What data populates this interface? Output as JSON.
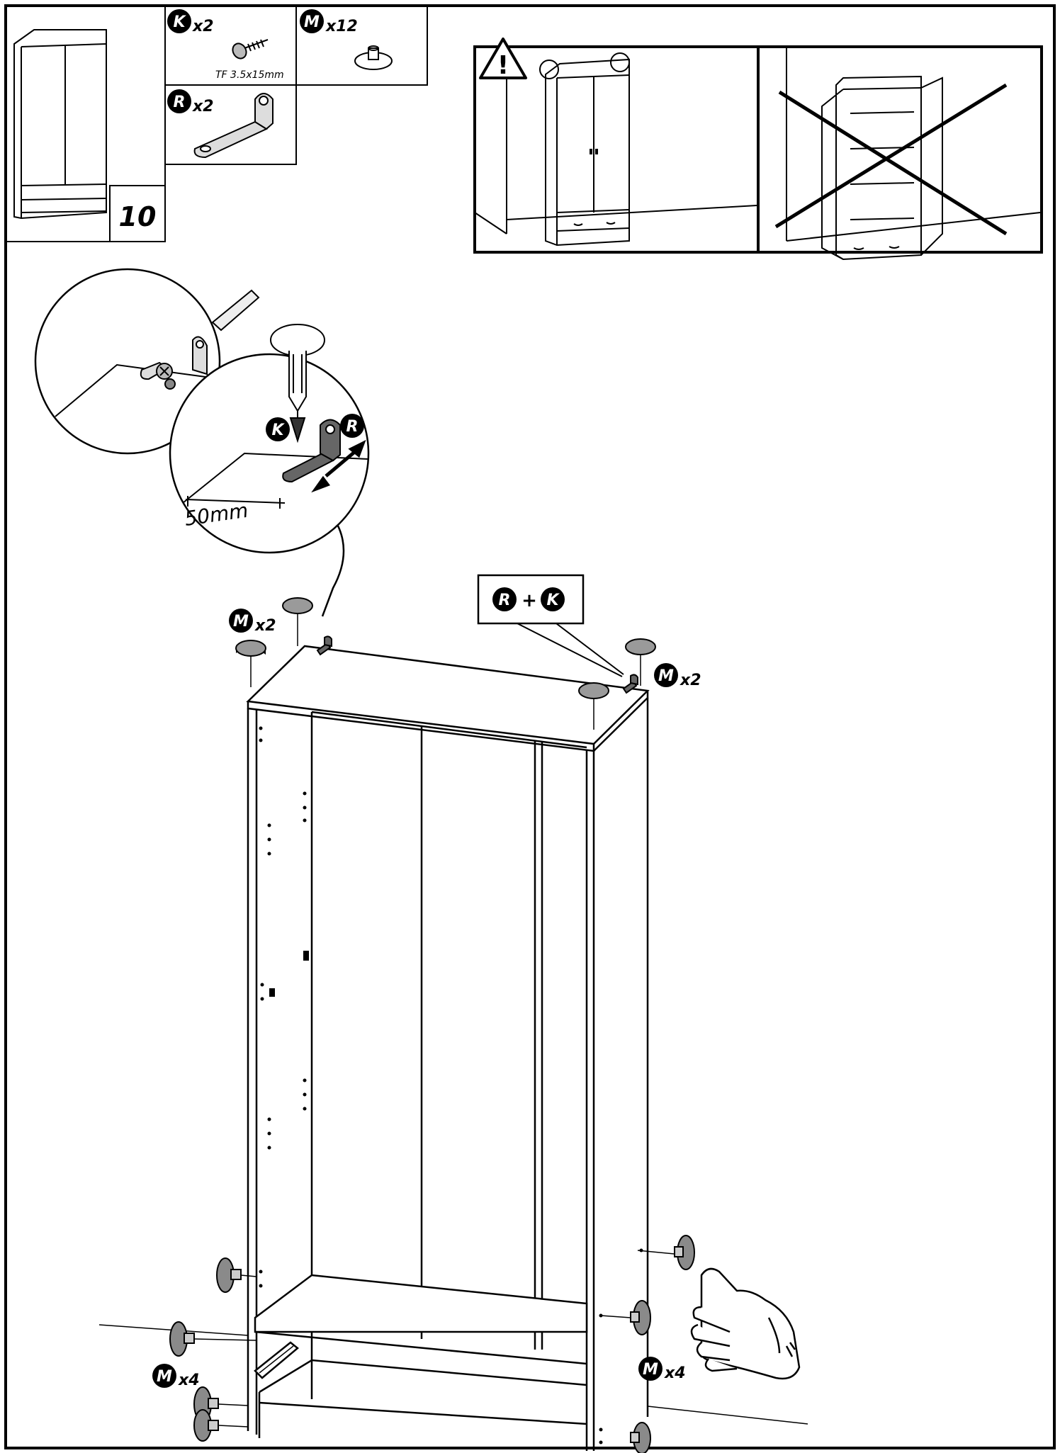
{
  "step": {
    "number": "10"
  },
  "parts": {
    "K": {
      "letter": "K",
      "qty": "x2",
      "spec": "TF 3.5x15mm"
    },
    "M": {
      "letter": "M",
      "qty": "x12"
    },
    "R": {
      "letter": "R",
      "qty": "x2"
    }
  },
  "warning": {
    "symbol": "!"
  },
  "detail": {
    "measure": "50mm",
    "screw_letter": "K",
    "bracket_letter": "R"
  },
  "callout": {
    "left": "R",
    "plus": "+",
    "right": "K"
  },
  "feet_labels": {
    "top_left": {
      "letter": "M",
      "qty": "x2"
    },
    "top_right": {
      "letter": "M",
      "qty": "x2"
    },
    "bottom_left": {
      "letter": "M",
      "qty": "x4"
    },
    "bottom_right": {
      "letter": "M",
      "qty": "x4"
    }
  },
  "colors": {
    "line": "#000000",
    "paper": "#ffffff",
    "part_gray": "#9a9a9a",
    "dark_part": "#555555"
  }
}
